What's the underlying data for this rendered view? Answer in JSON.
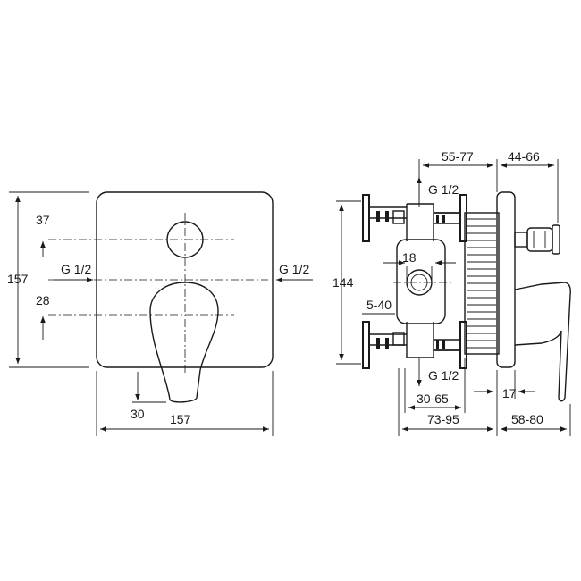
{
  "front_view": {
    "dim_height": "157",
    "dim_width": "157",
    "dim_top_offset": "37",
    "dim_lever_offset": "28",
    "dim_lever_bottom": "30",
    "inlet_left": "G 1/2",
    "inlet_right": "G 1/2"
  },
  "side_view": {
    "dim_top_depth": "55-77",
    "dim_top_cap": "44-66",
    "outlet_top": "G 1/2",
    "outlet_bottom": "G 1/2",
    "dim_height": "144",
    "dim_port": "18",
    "dim_pipe_range": "5-40",
    "dim_body_depth": "30-65",
    "dim_total_depth": "73-95",
    "dim_projection": "58-80",
    "dim_plate": "17"
  }
}
